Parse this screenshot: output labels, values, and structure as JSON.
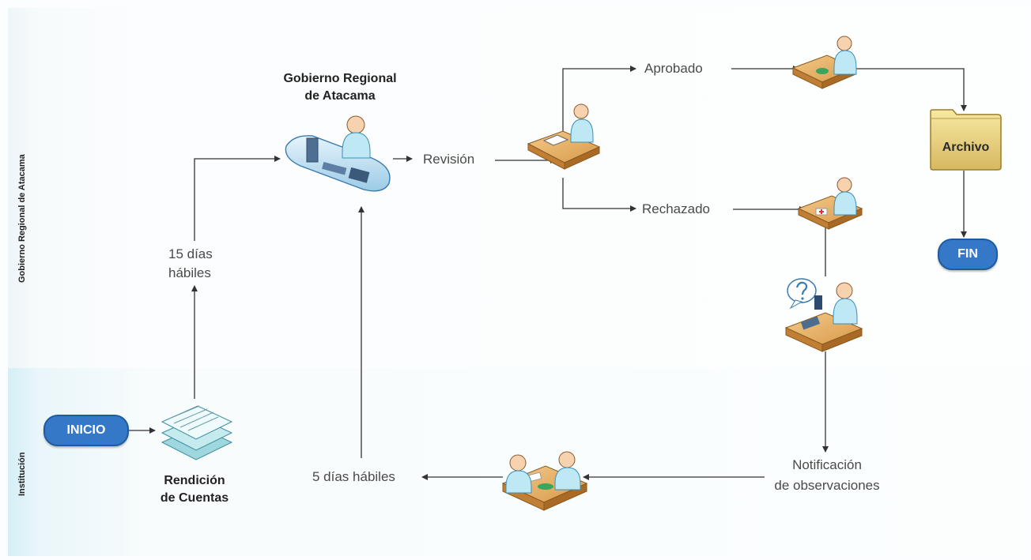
{
  "lanes": {
    "top": "Gobierno Regional de Atacama",
    "bottom": "Institución"
  },
  "nodes": {
    "start": "INICIO",
    "end": "FIN",
    "rendicion_line1": "Rendición",
    "rendicion_line2": "de Cuentas",
    "gobierno_line1": "Gobierno Regional",
    "gobierno_line2": "de Atacama",
    "archivo": "Archivo"
  },
  "labels": {
    "dias15_line1": "15 días",
    "dias15_line2": "hábiles",
    "revision": "Revisión",
    "aprobado": "Aprobado",
    "rechazado": "Rechazado",
    "notif_line1": "Notificación",
    "notif_line2": "de observaciones",
    "dias5": "5 días hábiles"
  }
}
